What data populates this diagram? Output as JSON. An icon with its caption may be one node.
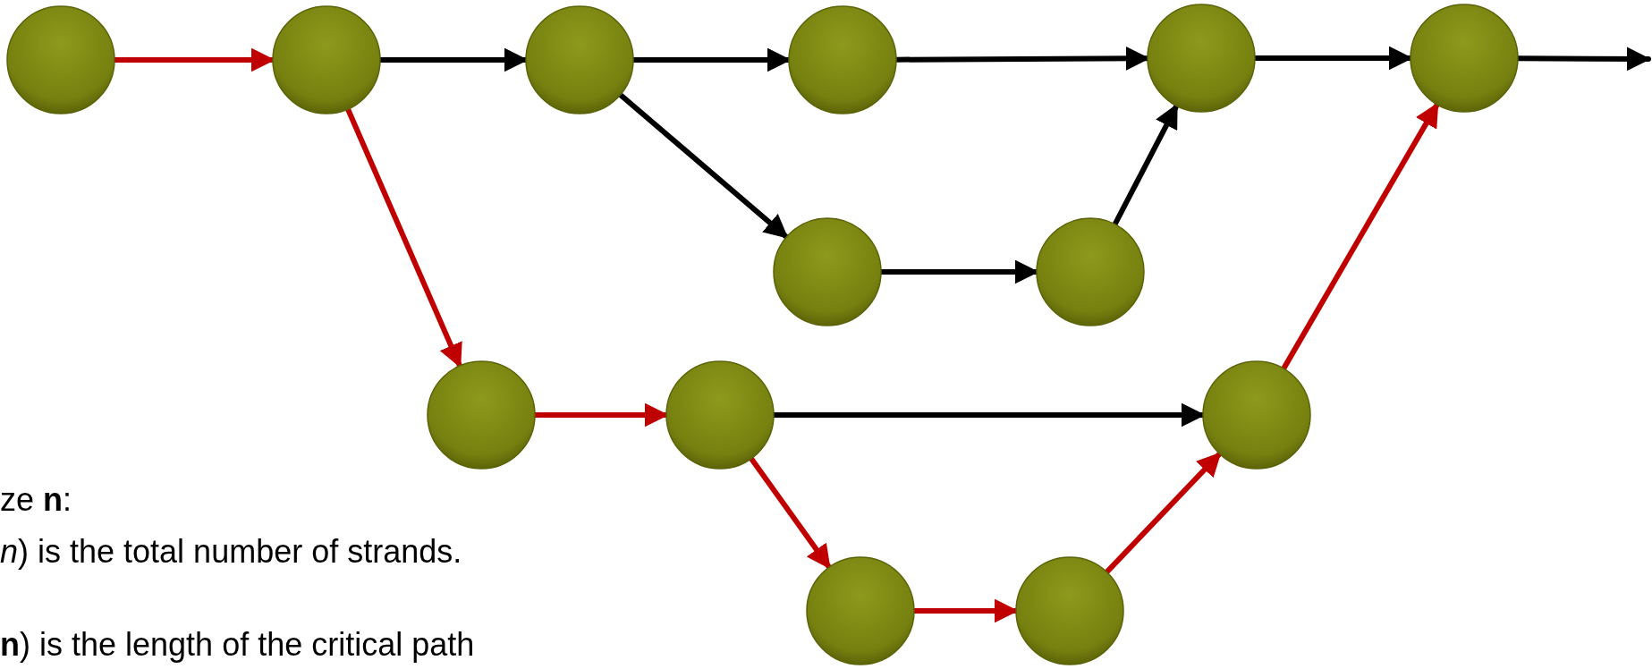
{
  "diagram": {
    "nodes": [
      {
        "text": [],
        "shape": "circle"
      },
      {
        "text": [],
        "shape": "circle"
      },
      {
        "text": [],
        "shape": "circle"
      },
      {
        "text": [],
        "shape": "circle"
      },
      {
        "text": [],
        "shape": "circle"
      },
      {
        "text": [],
        "shape": "circle"
      },
      {
        "text": [],
        "shape": "circle"
      },
      {
        "text": [],
        "shape": "circle"
      },
      {
        "text": [],
        "shape": "circle"
      },
      {
        "text": [],
        "shape": "circle"
      },
      {
        "text": [],
        "shape": "circle"
      },
      {
        "text": [],
        "shape": "circle"
      },
      {
        "text": [],
        "shape": "circle"
      }
    ],
    "edges": [
      {
        "from": 0,
        "to": 1,
        "arrow": "to",
        "color": "#c00000"
      },
      {
        "from": 1,
        "to": 2,
        "arrow": "to"
      },
      {
        "from": 2,
        "to": 3,
        "arrow": "to"
      },
      {
        "from": 3,
        "to": 4,
        "arrow": "to"
      },
      {
        "from": 4,
        "to": 5,
        "arrow": "to"
      },
      {
        "from": 5,
        "to": null,
        "arrow": "to"
      },
      {
        "from": 2,
        "to": 6,
        "arrow": "to"
      },
      {
        "from": 6,
        "to": 7,
        "arrow": "to"
      },
      {
        "from": 7,
        "to": 4,
        "arrow": "to"
      },
      {
        "from": 1,
        "to": 8,
        "arrow": "to",
        "color": "#c00000"
      },
      {
        "from": 8,
        "to": 9,
        "arrow": "to",
        "color": "#c00000"
      },
      {
        "from": 9,
        "to": 10,
        "arrow": "to"
      },
      {
        "from": 10,
        "to": 5,
        "arrow": "to",
        "color": "#c00000"
      },
      {
        "from": 9,
        "to": 11,
        "arrow": "to",
        "color": "#c00000"
      },
      {
        "from": 11,
        "to": 12,
        "arrow": "to",
        "color": "#c00000"
      },
      {
        "from": 12,
        "to": 10,
        "arrow": "to",
        "color": "#c00000"
      }
    ],
    "labels": [
      "ze **n**:",
      "*n*) is the total number of strands.",
      "**n**) is the length of the critical path"
    ]
  }
}
